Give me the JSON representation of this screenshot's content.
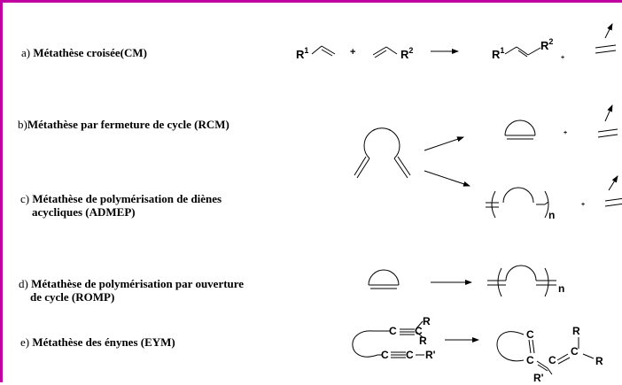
{
  "frame": {
    "border_color": "#c000a0"
  },
  "reactions": [
    {
      "letter": "a)",
      "title": "Métathèse croisée(CM)"
    },
    {
      "letter": "b)",
      "title": "Métathèse par fermeture de cycle (RCM)"
    },
    {
      "letter": "c)",
      "title": "Métathèse de polymérisation de diènes",
      "title_line2": "acycliques (ADMEP)"
    },
    {
      "letter": "d)",
      "title": "Métathèse de polymérisation par ouverture",
      "title_line2": "de cycle (ROMP)"
    },
    {
      "letter": "e)",
      "title": "Métathèse des énynes (EYM)"
    }
  ],
  "symbols": {
    "r": "R",
    "r1_sup": "1",
    "r2_sup": "2",
    "r_prime": "R'",
    "c": "C",
    "plus": "+",
    "n": "n"
  }
}
